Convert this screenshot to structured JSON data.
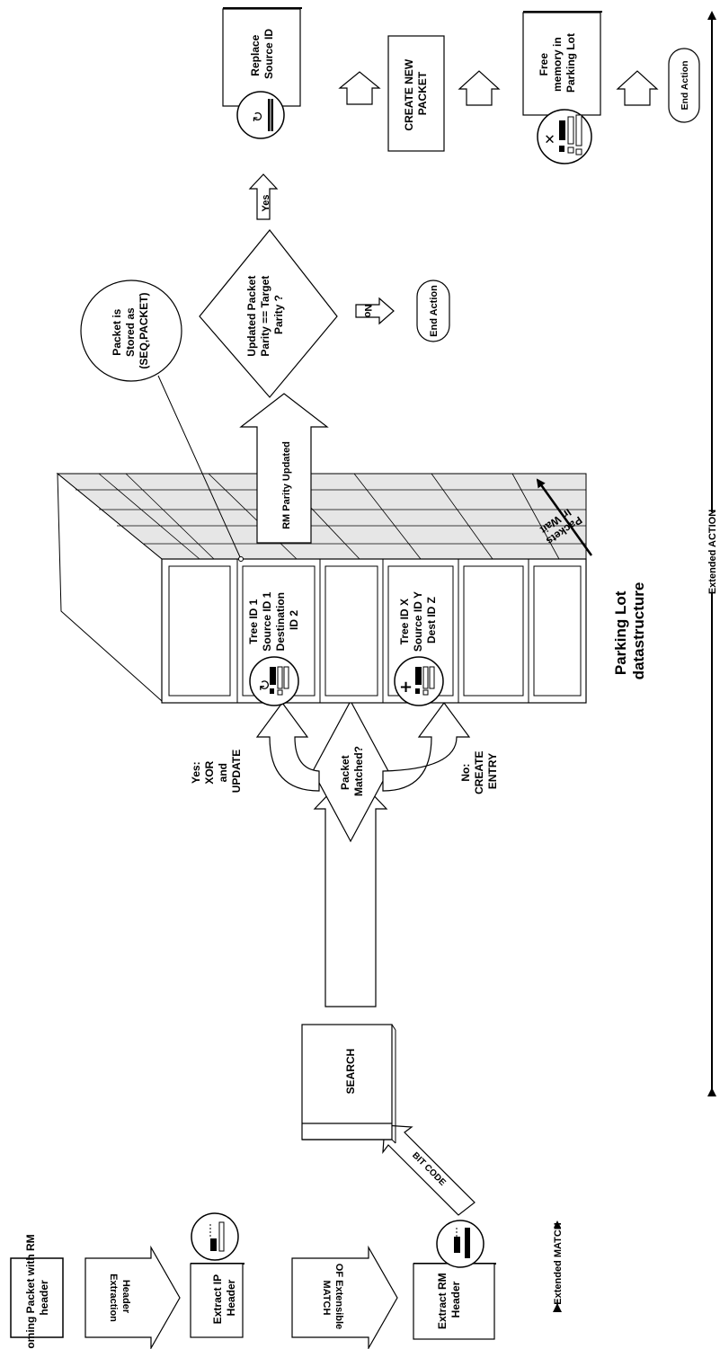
{
  "incoming": [
    "Incoming Packet with RM",
    "header"
  ],
  "header_extraction": [
    "Header",
    "Extraction"
  ],
  "extract_ip": [
    "Extract IP",
    "Header"
  ],
  "of_match": [
    "OF Extensible",
    "MATCH"
  ],
  "extract_rm": [
    "Extract RM",
    "Header"
  ],
  "extended_match": "Extended MATCH",
  "bit_code": "BIT CODE",
  "search": "SEARCH",
  "packet_matched": [
    "Packet",
    "Matched?"
  ],
  "yes_branch": [
    "Yes:",
    "XOR",
    "and",
    "UPDATE"
  ],
  "no_branch": [
    "No:",
    "CREATE",
    "ENTRY"
  ],
  "entry1": [
    "Tree ID 1",
    "Source ID 1",
    "Destination",
    "ID 2"
  ],
  "entry2": [
    "Tree ID X",
    "Source ID Y",
    "Dest ID Z"
  ],
  "parking_lot": [
    "Parking Lot",
    "datastructure"
  ],
  "packets_in_wait": [
    "Packets",
    "In Wait"
  ],
  "rm_parity": "RM Parity Updated",
  "stored_as": [
    "Packet is",
    "Stored as",
    "(SEQ,PACKET)"
  ],
  "parity_question": [
    "Updated Packet",
    "Parity == Target",
    "Parity ?"
  ],
  "no_label": "No",
  "yes_label": "Yes",
  "end_action_1": "End Action",
  "replace": [
    "Replace",
    "Source ID"
  ],
  "create_new": [
    "CREATE NEW",
    "PACKET"
  ],
  "free_memory": [
    "Free",
    "memory in",
    "Parking Lot"
  ],
  "end_action_2": "End Action",
  "extended_action": "Extended ACTION"
}
